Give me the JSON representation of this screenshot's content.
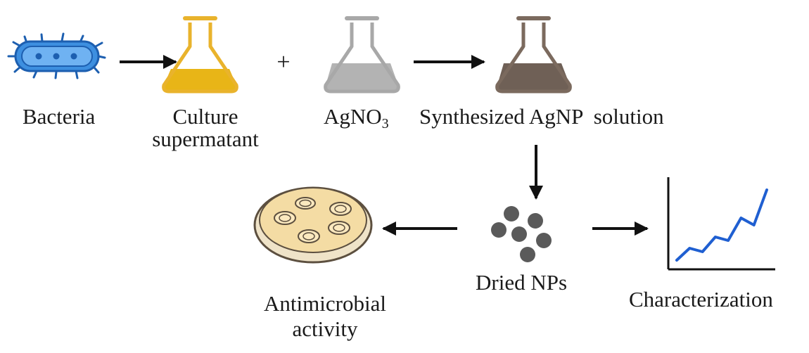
{
  "steps": {
    "bacteria": {
      "label": "Bacteria"
    },
    "culture": {
      "label_line1": "Culture",
      "label_line2": "supermatant"
    },
    "plus_sign": "+",
    "agno3": {
      "label_main": "AgNO",
      "label_sub": "3"
    },
    "synthesized": {
      "label": "Synthesized AgNP  solution"
    },
    "dried": {
      "label": "Dried NPs"
    },
    "antimicrobial": {
      "label_line1": "Antimicrobial",
      "label_line2": "activity"
    },
    "characterization": {
      "label": "Characterization"
    }
  },
  "colors": {
    "bacteria_fill": "#3d8fe0",
    "bacteria_outline": "#1d5fb0",
    "culture_liquid": "#e8b517",
    "culture_glass": "#e9b32c",
    "agno3_liquid": "#b3b3b3",
    "agno3_glass": "#a8a8a8",
    "agnp_liquid": "#6f6056",
    "agnp_glass": "#7b6a5e",
    "nanoparticle": "#5a5a5a",
    "petri_agar": "#f4dca4",
    "petri_rim": "#5c4f3f",
    "chart_line": "#1f5fd1",
    "arrow": "#111111"
  },
  "characterization_line": [
    0.0,
    0.17,
    0.12,
    0.33,
    0.28,
    0.6,
    0.5,
    1.0
  ]
}
